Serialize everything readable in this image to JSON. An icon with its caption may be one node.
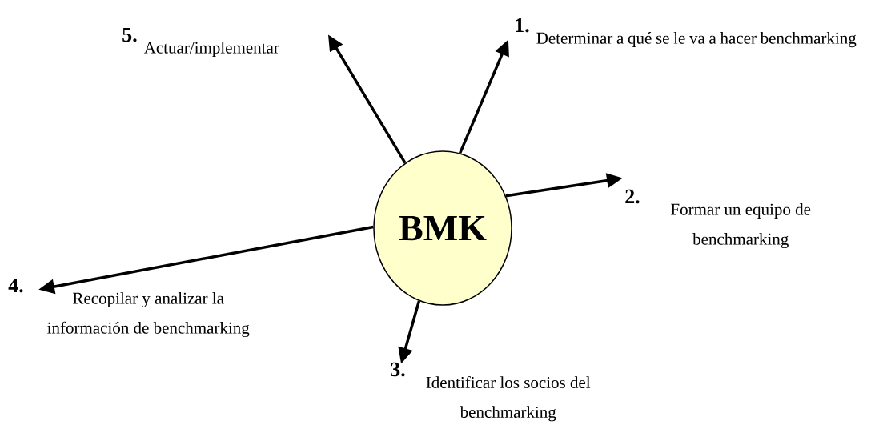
{
  "diagram": {
    "nodes": [
      {
        "text": [
          "BMK"
        ]
      },
      {
        "text": [
          "1.",
          "Determinar a qué se le va a hacer benchmarking"
        ]
      },
      {
        "text": [
          "2.",
          "Formar un equipo de benchmarking"
        ]
      },
      {
        "text": [
          "3.",
          "Identificar los socios del benchmarking"
        ]
      },
      {
        "text": [
          "4.",
          "Recopilar y analizar la información de benchmarking"
        ]
      },
      {
        "text": [
          "5.",
          "Actuar/implementar"
        ]
      }
    ],
    "edges": [
      {
        "from": 0,
        "to": 1,
        "arrow": "to"
      },
      {
        "from": 0,
        "to": 2,
        "arrow": "to"
      },
      {
        "from": 0,
        "to": 3,
        "arrow": "to"
      },
      {
        "from": 0,
        "to": 4,
        "arrow": "to"
      },
      {
        "from": 0,
        "to": 5,
        "arrow": "to"
      }
    ]
  }
}
